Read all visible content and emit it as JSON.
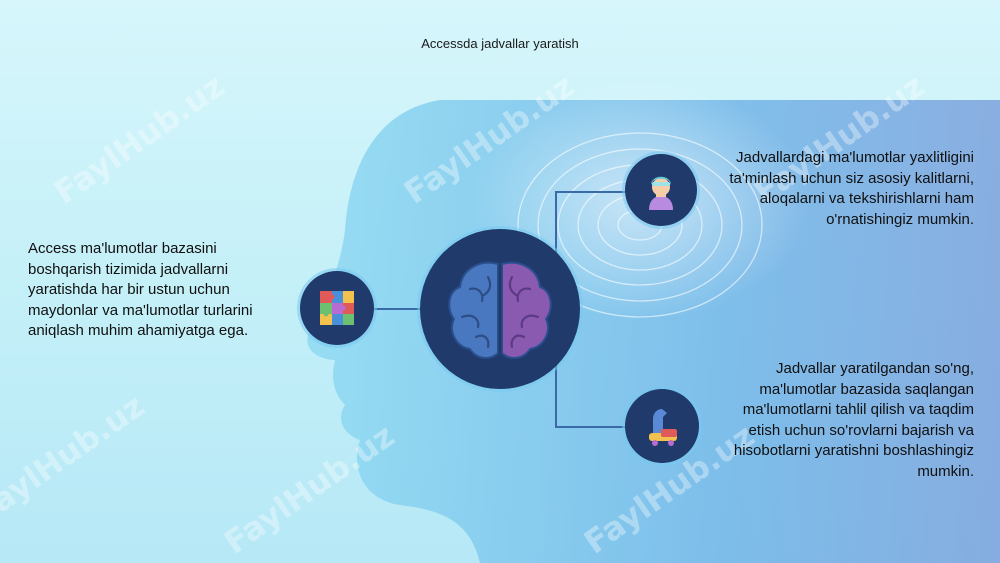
{
  "slide": {
    "title": "Accessda jadvallar yaratish",
    "left_text": "Access ma'lumotlar bazasini boshqarish tizimida jadvallarni yaratishda har bir ustun uchun maydonlar va ma'lumotlar turlarini aniqlash muhim ahamiyatga ega.",
    "right_top_text": "Jadvallardagi ma'lumotlar yaxlitligini ta'minlash uchun siz asosiy kalitlarni, aloqalarni va tekshirishlarni ham o'rnatishingiz mumkin.",
    "right_bottom_text": "Jadvallar yaratilgandan so'ng, ma'lumotlar bazasida saqlangan ma'lumotlarni tahlil qilish va taqdim etish uchun so'rovlarni bajarish va hisobotlarni yaratishni boshlashingiz mumkin."
  },
  "icons": {
    "center": "brain-icon",
    "left": "puzzle-icon",
    "top_right": "person-icon",
    "bottom_right": "toy-horse-icon"
  },
  "colors": {
    "circle_fill": "#1f3a6b",
    "connector": "#3a6aa8",
    "brain_left": "#4a78c0",
    "brain_right": "#8a5ab0"
  },
  "watermark": "FaylHub.uz"
}
